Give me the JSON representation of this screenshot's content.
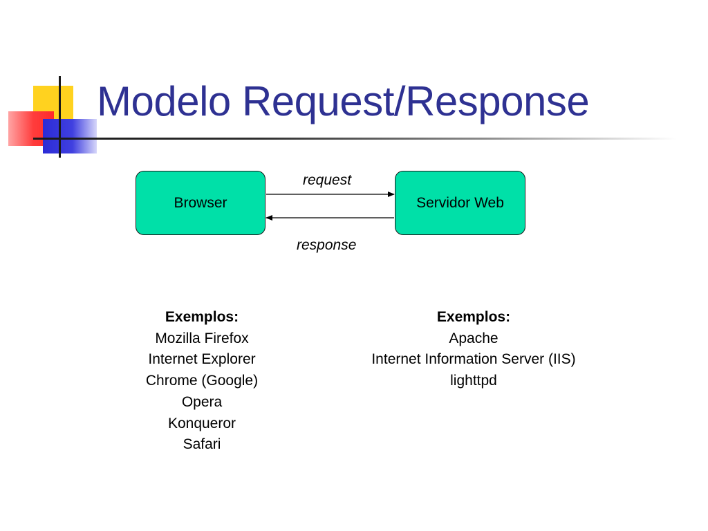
{
  "slide": {
    "title": "Modelo Request/Response",
    "colors": {
      "title": "#2e3192",
      "node_fill": "#00e0a8",
      "logo_yellow": "#ffd21f",
      "logo_red": "#ff3c3c",
      "logo_blue": "#2b2bd6"
    }
  },
  "diagram": {
    "nodes": {
      "client": "Browser",
      "server": "Servidor Web"
    },
    "arrows": {
      "request": "request",
      "response": "response"
    }
  },
  "examples": {
    "client": {
      "heading": "Exemplos:",
      "items": [
        "Mozilla Firefox",
        "Internet Explorer",
        "Chrome (Google)",
        "Opera",
        "Konqueror",
        "Safari"
      ]
    },
    "server": {
      "heading": "Exemplos:",
      "items": [
        "Apache",
        "Internet Information Server (IIS)",
        "lighttpd"
      ]
    }
  }
}
